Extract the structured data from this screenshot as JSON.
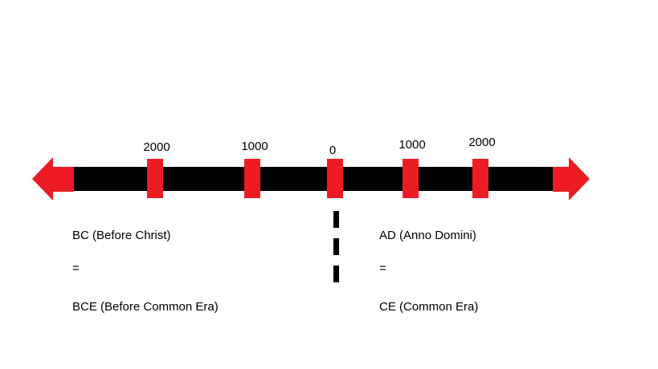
{
  "diagram": {
    "type": "timeline",
    "ticks": [
      {
        "label": "2000"
      },
      {
        "label": "1000"
      },
      {
        "label": "0"
      },
      {
        "label": "1000"
      },
      {
        "label": "2000"
      }
    ],
    "left_era": {
      "abbr": "BC (Before Christ)",
      "equals": "=",
      "full": "BCE (Before Common Era)"
    },
    "right_era": {
      "abbr": "AD (Anno Domini)",
      "equals": "=",
      "full": "CE (Common Era)"
    }
  },
  "colors": {
    "accent_red": "#ed1c24",
    "ink": "#000000",
    "background": "#ffffff"
  }
}
